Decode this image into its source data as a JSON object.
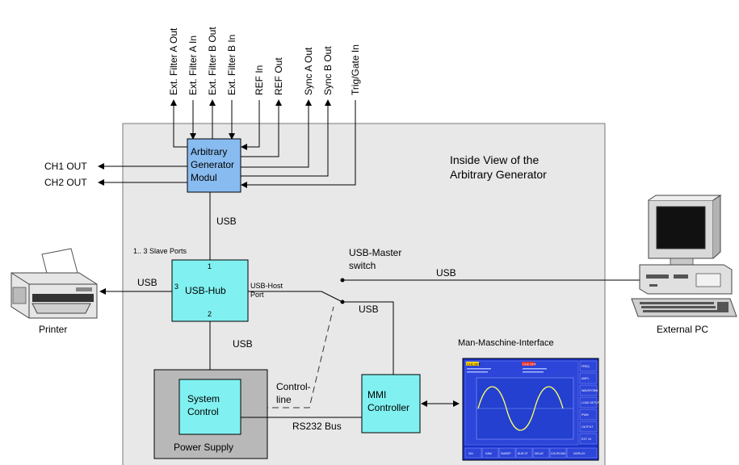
{
  "ports_top": [
    "Ext. Filter A Out",
    "Ext. Filter A In",
    "Ext. Filter B Out",
    "Ext. Filter B In",
    "REF In",
    "REF Out",
    "Sync A Out",
    "Sync B Out",
    "Trig/Gate In"
  ],
  "outputs": {
    "ch1": "CH1 OUT",
    "ch2": "CH2 OUT"
  },
  "inside_title": "Inside View of the\nArbitrary Generator",
  "inside_title_lines": [
    "Inside View of the",
    "Arbitrary Generator"
  ],
  "arb_module": {
    "lines": [
      "Arbitrary",
      "Generator",
      "Modul"
    ]
  },
  "usb_hub": {
    "label": "USB-Hub",
    "port1": "1",
    "port2": "2",
    "port3": "3",
    "slave_ports": "1.. 3 Slave Ports",
    "host_port_lines": [
      "USB-Host",
      "Port"
    ]
  },
  "usb_labels": {
    "arb_to_hub": "USB",
    "hub_to_printer": "USB",
    "hub_to_power": "USB",
    "switch_to_mmi": "USB",
    "master_to_pc": "USB"
  },
  "usb_master_switch": {
    "lines": [
      "USB-Master",
      "switch"
    ]
  },
  "printer": {
    "label": "Printer"
  },
  "external_pc": {
    "label": "External PC"
  },
  "power_supply": {
    "label": "Power Supply"
  },
  "system_control": {
    "lines": [
      "System",
      "Control"
    ]
  },
  "control_line": {
    "lines": [
      "Control-",
      "line"
    ]
  },
  "mmi_controller": {
    "lines": [
      "MMI",
      "Controller"
    ]
  },
  "rs232": "RS232 Bus",
  "mmi_title": "Man-Maschine-Interface",
  "colors": {
    "inside_bg": "#e8e8e8",
    "arb_module": "#88bbf0",
    "cyan_box": "#80f0f0",
    "power_supply": "#b8b8b8",
    "screen": "#1a33cc",
    "waveform": "#ffff66"
  },
  "mmi_screen": {
    "header_left": "CH1 OFF",
    "header_right": "CH2 OFF",
    "side_buttons": [
      "FREQ",
      "AMPL",
      "WAVEFORM",
      "LOAD SETUP",
      "PWM",
      "OUTPUT",
      "EXT. IN"
    ],
    "bottom_buttons": [
      "SIN",
      "SAW",
      "SWEEP",
      "BUR ST",
      "DELAY",
      "COUPLING",
      "DISPLAY"
    ]
  }
}
